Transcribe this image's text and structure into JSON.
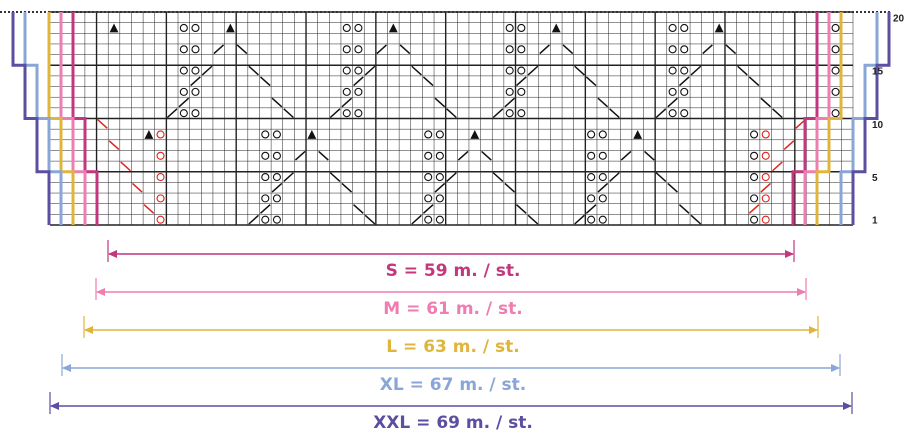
{
  "chart": {
    "rows": 20,
    "row_numbers": [
      "1",
      "5",
      "10",
      "15",
      "20"
    ],
    "symbols": {
      "decrease": "triangle-icon",
      "yarn_over": "circle-icon",
      "k2tog": "slash-right-icon",
      "ssk": "slash-left-icon"
    }
  },
  "sizes": [
    {
      "key": "s",
      "label": "S = 59 m. / st.",
      "stitches": 59,
      "color": "#c2377d"
    },
    {
      "key": "m",
      "label": "M = 61 m. / st.",
      "stitches": 61,
      "color": "#ee7db0"
    },
    {
      "key": "l",
      "label": "L = 63 m. / st.",
      "stitches": 63,
      "color": "#e0b53b"
    },
    {
      "key": "xl",
      "label": "XL = 67 m. / st.",
      "stitches": 67,
      "color": "#8aa6d6"
    },
    {
      "key": "xxl",
      "label": "XXL = 69 m. / st.",
      "stitches": 69,
      "color": "#5a4fa0"
    }
  ],
  "colors": {
    "grid": "#222222",
    "accent_red": "#e0231c"
  }
}
